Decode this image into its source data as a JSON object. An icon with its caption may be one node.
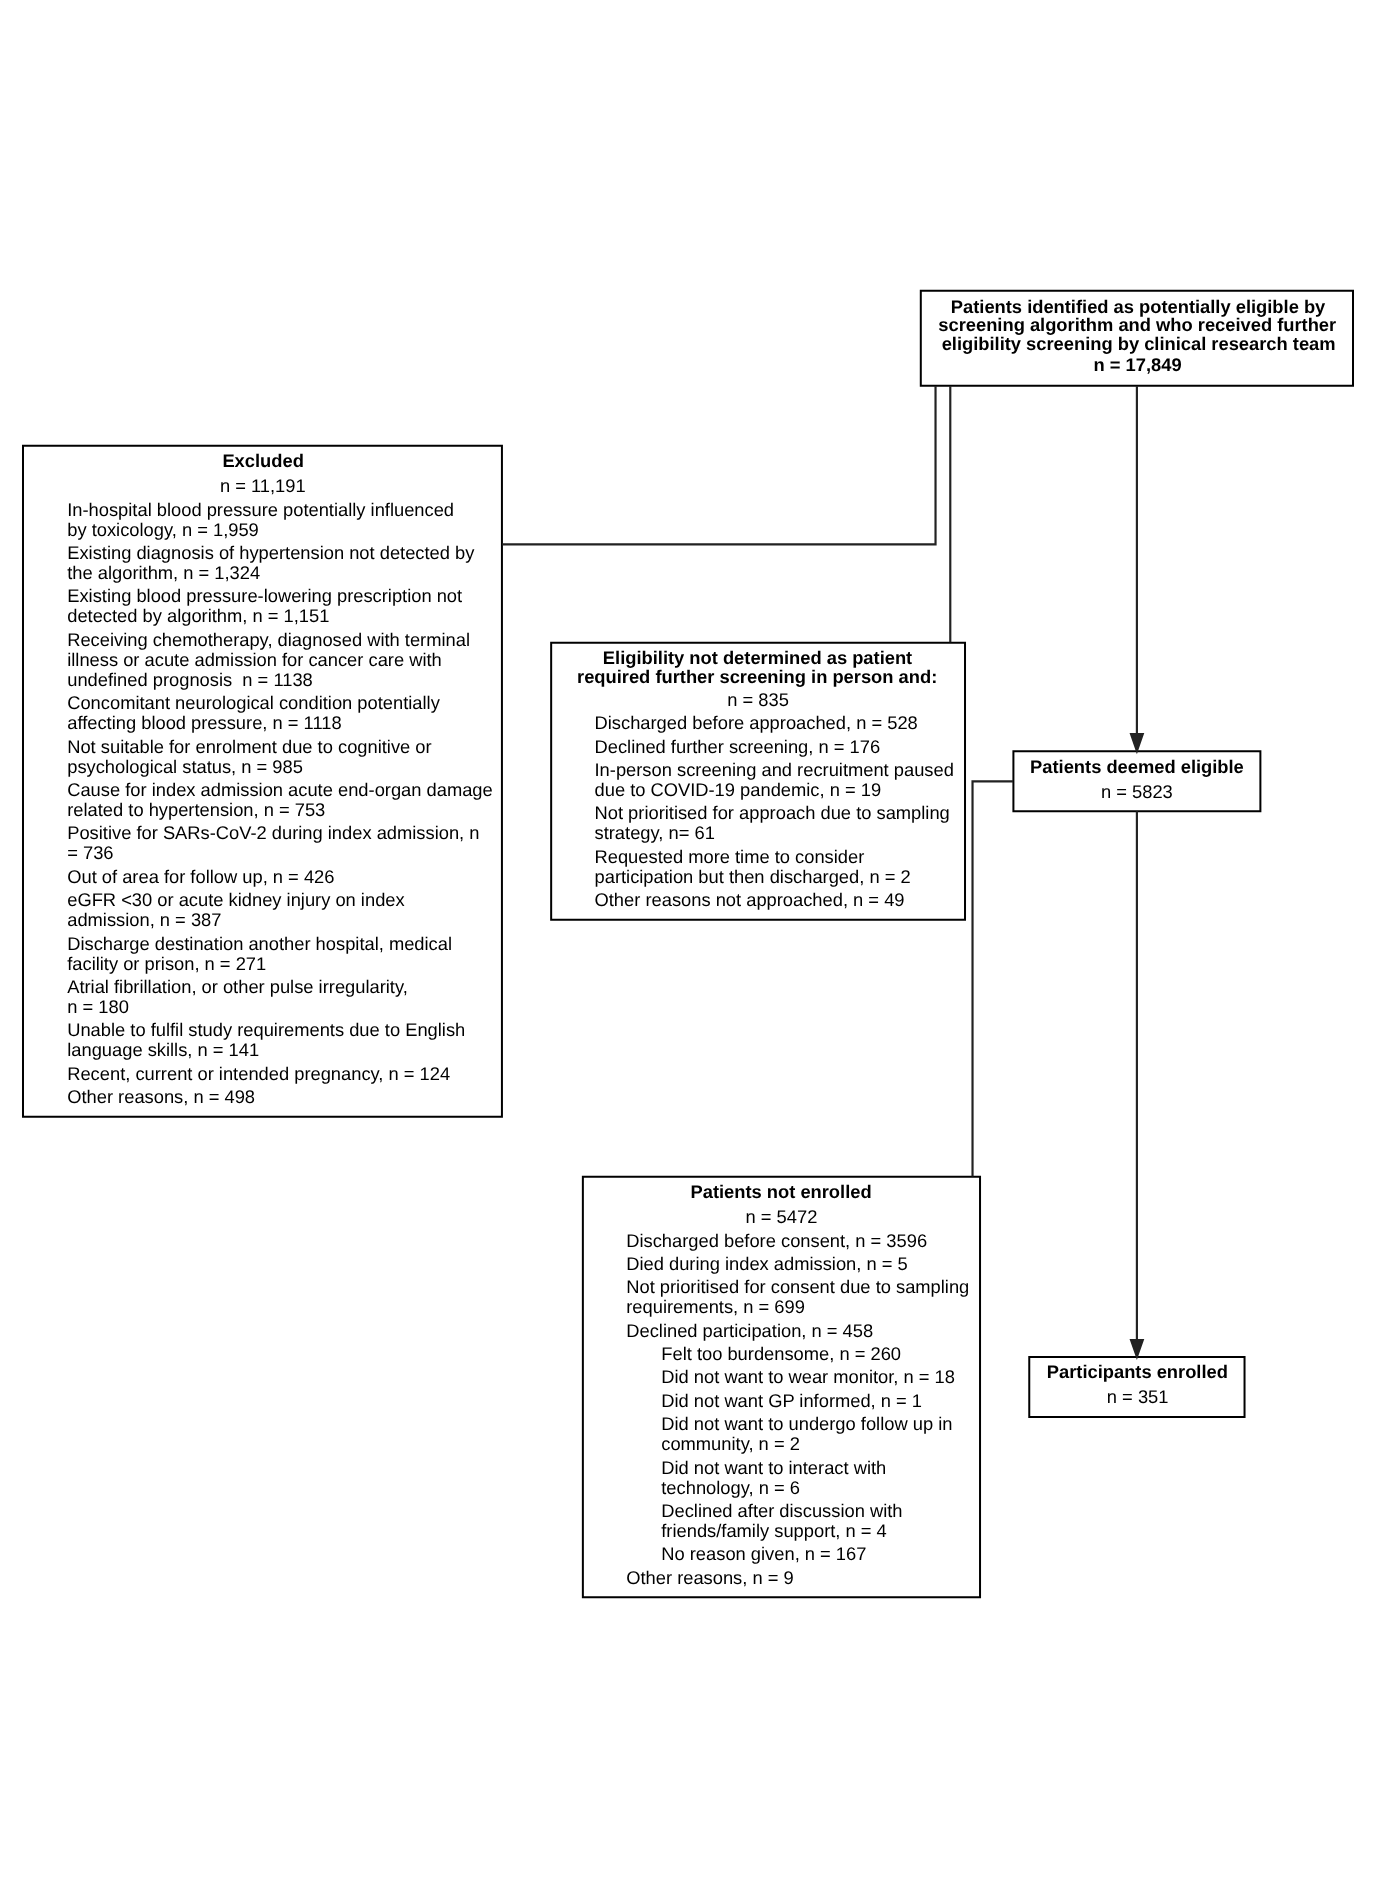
{
  "diagram": {
    "nodes": [
      {
        "text": [
          "Patients identified as potentially eligible by screening algorithm and who received further eligibility screening by clinical research team",
          "n = 17,849"
        ]
      },
      {
        "text": [
          "Excluded",
          "n = 11,191",
          "In-hospital blood pressure potentially influenced by toxicology, n = 1,959",
          "Existing diagnosis of hypertension not detected by the algorithm, n = 1,324",
          "Existing blood pressure-lowering prescription not detected by algorithm, n = 1,151",
          "Receiving chemotherapy, diagnosed with terminal illness or acute admission for cancer care with undefined prognosis  n = 1138",
          "Concomitant neurological condition potentially affecting blood pressure, n = 1118",
          "Not suitable for enrolment due to cognitive or psychological status, n = 985",
          "Cause for index admission acute end-organ damage related to hypertension, n = 753",
          "Positive for SARs-CoV-2 during index admission, n = 736",
          "Out of area for follow up, n = 426",
          "eGFR <30 or acute kidney injury on index admission, n = 387",
          "Discharge destination another hospital, medical facility or prison, n = 271",
          "Atrial fibrillation, or other pulse irregularity, n = 180",
          "Unable to fulfil study requirements due to English language skills, n = 141",
          "Recent, current or intended pregnancy, n = 124",
          "Other reasons, n = 498"
        ]
      },
      {
        "text": [
          "Eligibility not determined as patient required further screening in person and:",
          "n = 835",
          "Discharged before approached, n = 528",
          "Declined further screening, n = 176",
          "In-person screening and recruitment paused due to COVID-19 pandemic, n = 19",
          "Not prioritised for approach due to sampling strategy, n= 61",
          "Requested more time to consider participation but then discharged, n = 2",
          "Other reasons not approached, n = 49"
        ]
      },
      {
        "text": [
          "Patients deemed eligible",
          "n = 5823"
        ]
      },
      {
        "text": [
          "Patients not enrolled",
          "n = 5472",
          "Discharged before consent, n = 3596",
          "Died during index admission, n = 5",
          "Not prioritised for consent due to sampling requirements, n = 699",
          "Declined participation, n = 458",
          "Felt too burdensome, n = 260",
          "Did not want to wear monitor, n = 18",
          "Did not want GP informed, n = 1",
          "Did not want to undergo follow up in community, n = 2",
          "Did not want to interact with technology, n = 6",
          "Declined after discussion with friends/family support, n = 4",
          "No reason given, n = 167",
          "Other reasons, n = 9"
        ]
      },
      {
        "text": [
          "Participants enrolled",
          "n = 351"
        ]
      }
    ],
    "edges": [
      {
        "from": 0,
        "to": 1,
        "arrow": "none"
      },
      {
        "from": 0,
        "to": 2,
        "arrow": "none"
      },
      {
        "from": 0,
        "to": 3,
        "arrow": "to"
      },
      {
        "from": 3,
        "to": 4,
        "arrow": "none"
      },
      {
        "from": 3,
        "to": 5,
        "arrow": "to"
      }
    ]
  }
}
